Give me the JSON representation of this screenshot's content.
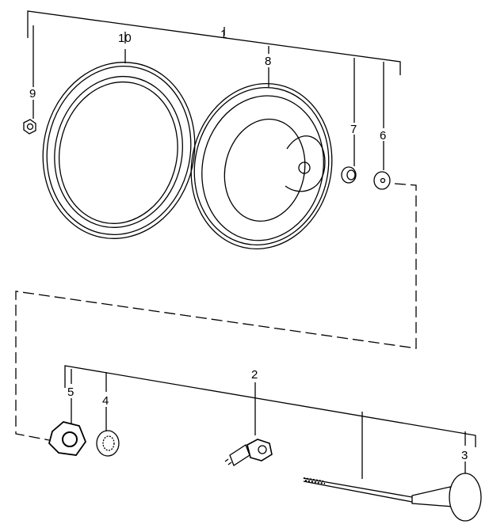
{
  "diagram": {
    "callouts": [
      {
        "id": "1"
      },
      {
        "id": "2"
      },
      {
        "id": "3"
      },
      {
        "id": "4"
      },
      {
        "id": "5"
      },
      {
        "id": "6"
      },
      {
        "id": "7"
      },
      {
        "id": "8"
      },
      {
        "id": "9"
      },
      {
        "id": "10"
      }
    ]
  }
}
